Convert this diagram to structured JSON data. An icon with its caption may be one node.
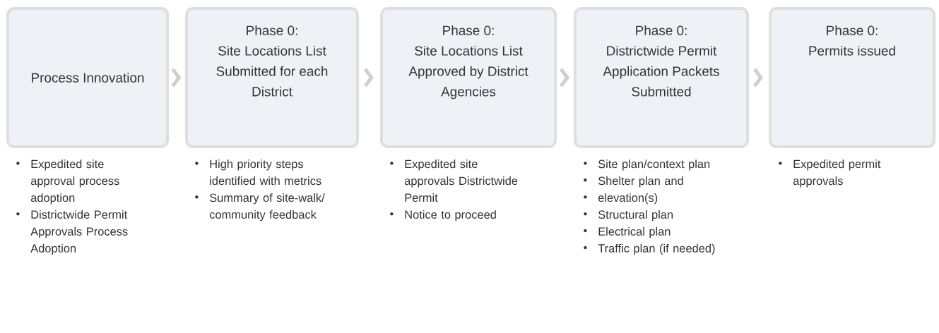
{
  "diagram": {
    "nodes": [
      {
        "text": [
          "Process Innovation"
        ],
        "beside": [
          "Expedited site approval process adoption",
          "Districtwide Permit Approvals Process Adoption"
        ]
      },
      {
        "text": [
          "Phase 0:",
          "Site Locations List Submitted for each District"
        ],
        "beside": [
          "High priority steps identified with metrics",
          "Summary of site-walk/ community feedback"
        ]
      },
      {
        "text": [
          "Phase 0:",
          "Site Locations List Approved by District Agencies"
        ],
        "beside": [
          "Expedited site approvals Districtwide Permit",
          "Notice to proceed"
        ]
      },
      {
        "text": [
          "Phase 0:",
          "Districtwide Permit Application Packets Submitted"
        ],
        "beside": [
          "Site plan/context plan",
          "Shelter plan and",
          "elevation(s)",
          "Structural plan",
          "Electrical plan",
          "Traffic plan (if needed)"
        ]
      },
      {
        "text": [
          "Phase 0:",
          "Permits issued"
        ],
        "beside": [
          "Expedited permit approvals"
        ]
      }
    ],
    "edges": [
      {
        "from": 0,
        "to": 1,
        "arrow": "to"
      },
      {
        "from": 1,
        "to": 2,
        "arrow": "to"
      },
      {
        "from": 2,
        "to": 3,
        "arrow": "to"
      },
      {
        "from": 3,
        "to": 4,
        "arrow": "to"
      }
    ]
  }
}
